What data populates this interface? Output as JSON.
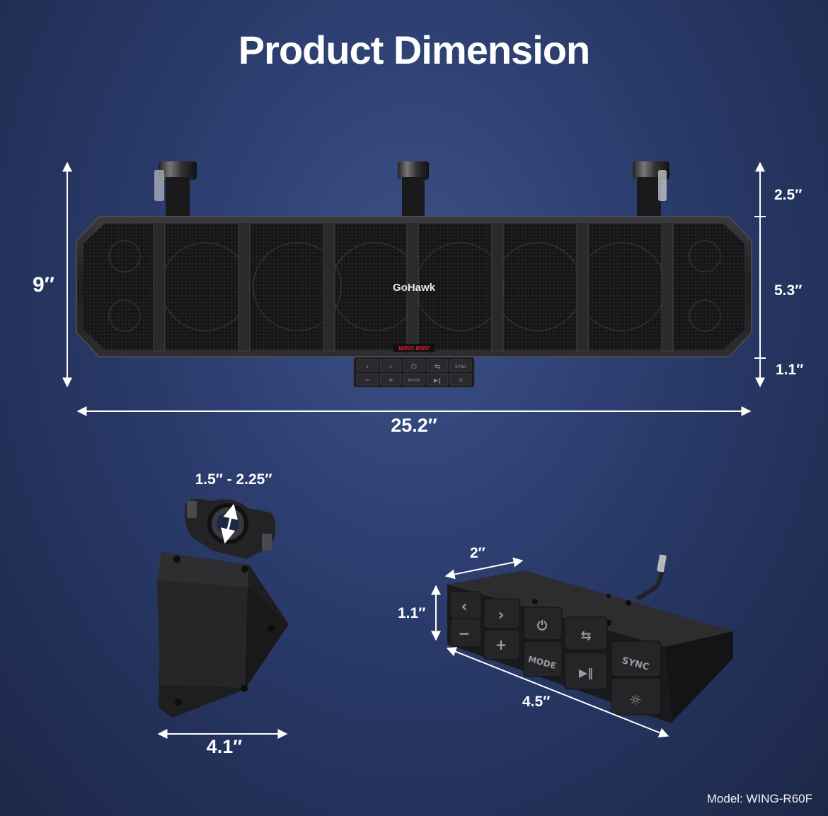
{
  "title": "Product Dimension",
  "brand_logo": "GoHawk",
  "product_badge": "WING R60F",
  "model": "Model: WING-R60F",
  "soundbar_dimensions": {
    "height": "9″",
    "mount_height": "2.5″",
    "body_height": "5.3″",
    "remote_height": "1.1″",
    "width": "25.2″"
  },
  "clamp_dimensions": {
    "diameter_range": "1.5″ - 2.25″",
    "width": "4.1″"
  },
  "remote_dimensions": {
    "depth": "2″",
    "height": "1.1″",
    "length": "4.5″"
  },
  "remote_buttons": {
    "mode": "MODE",
    "sync": "SYNC"
  },
  "colors": {
    "background_center": "#3c5189",
    "background_edge": "#1c2747",
    "product_body": "#1b1b1d",
    "accent_red": "#d42020"
  }
}
